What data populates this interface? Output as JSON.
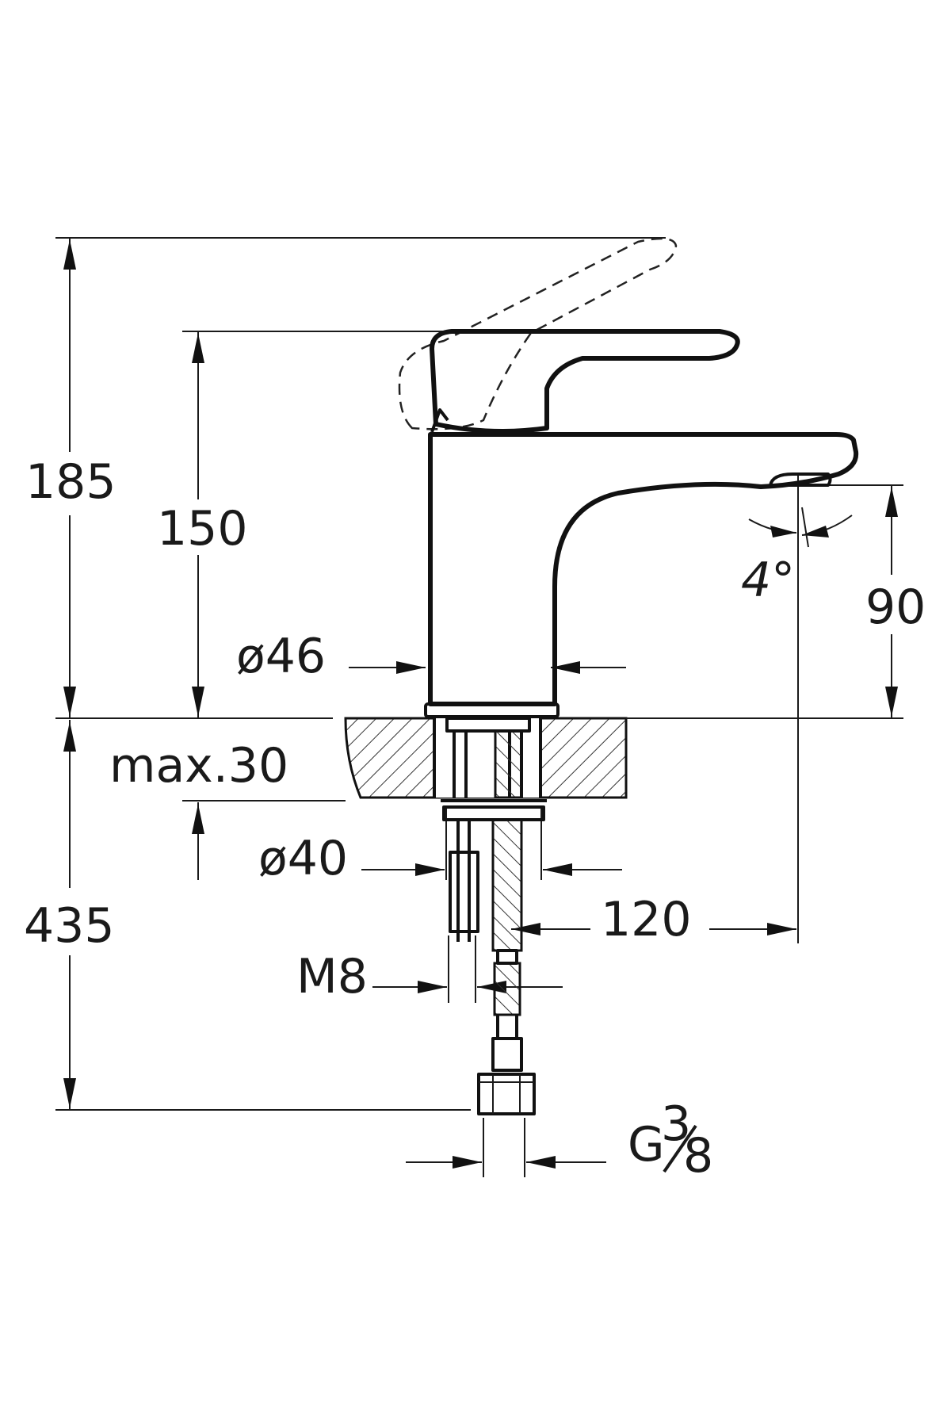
{
  "dimensions": {
    "overall_height": "185",
    "body_height": "150",
    "spout_height": "90",
    "spout_angle": "4°",
    "body_diameter": "ø46",
    "max_counter_thickness": "max.30",
    "shank_diameter": "ø40",
    "below_counter_length": "435",
    "spout_reach": "120",
    "stud_thread": "M8",
    "connection_thread_prefix": "G",
    "connection_thread_num": "3",
    "connection_thread_den": "8"
  },
  "colors": {
    "line": "#111111",
    "background": "#ffffff"
  }
}
